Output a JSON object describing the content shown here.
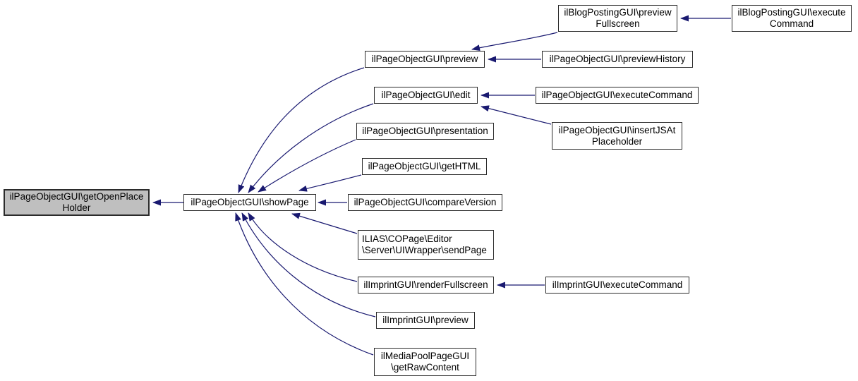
{
  "diagram": {
    "type": "call-graph",
    "colors": {
      "edge": "#191970",
      "node_border": "#2b2b2b",
      "node_fill": "#ffffff",
      "highlight_fill": "#bfbfbf",
      "text": "#000000",
      "background": "#ffffff"
    },
    "nodes": {
      "getOpenPlaceHolder": {
        "label": "ilPageObjectGUI\\getOpenPlace\nHolder",
        "highlighted": true
      },
      "showPage": {
        "label": "ilPageObjectGUI\\showPage"
      },
      "preview": {
        "label": "ilPageObjectGUI\\preview"
      },
      "previewFullscreen": {
        "label": "ilBlogPostingGUI\\preview\nFullscreen"
      },
      "blogExecuteCommand": {
        "label": "ilBlogPostingGUI\\execute\nCommand"
      },
      "previewHistory": {
        "label": "ilPageObjectGUI\\previewHistory"
      },
      "edit": {
        "label": "ilPageObjectGUI\\edit"
      },
      "pageExecuteCommand": {
        "label": "ilPageObjectGUI\\executeCommand"
      },
      "insertJSAtPlaceholder": {
        "label": "ilPageObjectGUI\\insertJSAt\nPlaceholder"
      },
      "presentation": {
        "label": "ilPageObjectGUI\\presentation"
      },
      "getHTML": {
        "label": "ilPageObjectGUI\\getHTML"
      },
      "compareVersion": {
        "label": "ilPageObjectGUI\\compareVersion"
      },
      "sendPage": {
        "label": "ILIAS\\COPage\\Editor\n\\Server\\UIWrapper\\sendPage"
      },
      "renderFullscreen": {
        "label": "ilImprintGUI\\renderFullscreen"
      },
      "imprintExecuteCommand": {
        "label": "ilImprintGUI\\executeCommand"
      },
      "imprintPreview": {
        "label": "ilImprintGUI\\preview"
      },
      "getRawContent": {
        "label": "ilMediaPoolPageGUI\n\\getRawContent"
      }
    },
    "edges": [
      {
        "from": "showPage",
        "to": "getOpenPlaceHolder"
      },
      {
        "from": "preview",
        "to": "showPage"
      },
      {
        "from": "edit",
        "to": "showPage"
      },
      {
        "from": "presentation",
        "to": "showPage"
      },
      {
        "from": "getHTML",
        "to": "showPage"
      },
      {
        "from": "compareVersion",
        "to": "showPage"
      },
      {
        "from": "sendPage",
        "to": "showPage"
      },
      {
        "from": "renderFullscreen",
        "to": "showPage"
      },
      {
        "from": "imprintPreview",
        "to": "showPage"
      },
      {
        "from": "getRawContent",
        "to": "showPage"
      },
      {
        "from": "previewFullscreen",
        "to": "preview"
      },
      {
        "from": "previewHistory",
        "to": "preview"
      },
      {
        "from": "blogExecuteCommand",
        "to": "previewFullscreen"
      },
      {
        "from": "pageExecuteCommand",
        "to": "edit"
      },
      {
        "from": "insertJSAtPlaceholder",
        "to": "edit"
      },
      {
        "from": "imprintExecuteCommand",
        "to": "renderFullscreen"
      }
    ]
  }
}
